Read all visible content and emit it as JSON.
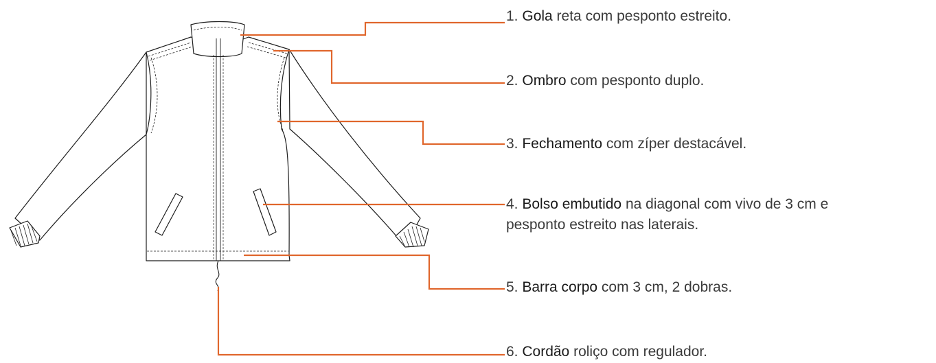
{
  "accent_color": "#e0662c",
  "line_color": "#1e1e1e",
  "callouts": [
    {
      "num": "1.",
      "term": "Gola",
      "rest": " reta com pesponto estreito."
    },
    {
      "num": "2.",
      "term": "Ombro",
      "rest": " com pesponto duplo."
    },
    {
      "num": "3.",
      "term": "Fechamento",
      "rest": " com zíper destacável."
    },
    {
      "num": "4.",
      "term": "Bolso embutido",
      "rest": " na diagonal com vivo de 3 cm e",
      "rest2": "pesponto estreito nas laterais."
    },
    {
      "num": "5.",
      "term": "Barra corpo",
      "rest": " com 3 cm, 2 dobras."
    },
    {
      "num": "6.",
      "term": "Cordão",
      "rest": " roliço com regulador."
    }
  ]
}
